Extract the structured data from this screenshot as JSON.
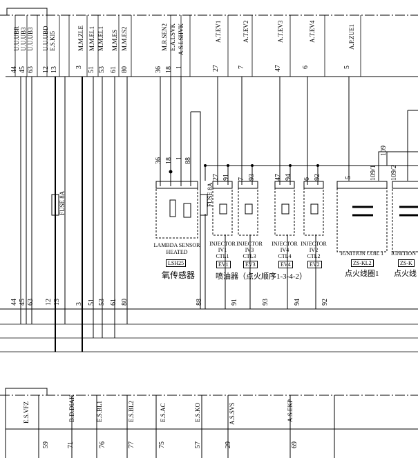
{
  "top_signals": [
    "U.U.UBR",
    "U.U.UB3",
    "U.U.UB3",
    "U.U.UBD",
    "E.S.KI5",
    "M.M.ZLE",
    "M.M.EL1",
    "M.M.EL1",
    "M.M.ES",
    "M.M.ES2",
    "M.R.SEN2",
    "E.A.LSVK",
    "A.S.LSHVK",
    "A.T.EV1",
    "A.T.EV2",
    "A.T.EV3",
    "A.T.EV4",
    "A.P.ZUE1"
  ],
  "top_pins": [
    "44",
    "45",
    "63",
    "12",
    "13",
    "3",
    "51",
    "53",
    "61",
    "80",
    "36",
    "18",
    "1",
    "27",
    "7",
    "47",
    "6",
    "5"
  ],
  "lambda_pins": [
    "36",
    "18",
    "1",
    "88"
  ],
  "injector_pins": [
    [
      "27",
      "91"
    ],
    [
      "7",
      "93"
    ],
    [
      "47",
      "94"
    ],
    [
      "6",
      "92"
    ]
  ],
  "coil_pins": [
    "5",
    "109/1",
    "109/2",
    "109"
  ],
  "fuse": {
    "left": "FUSE 8A",
    "right": "FUSE 8A"
  },
  "components": {
    "lambda": {
      "name": "LAMBDA SENSOR",
      "sub": "HEATED",
      "code": "LSH25",
      "cn": "氧传感器"
    },
    "injectors": [
      {
        "name": "INJECTOR",
        "line1": "IV1",
        "line2": "CTL1",
        "code": "EV1"
      },
      {
        "name": "INJECTOR",
        "line1": "IV3",
        "line2": "CTL3",
        "code": "EV3"
      },
      {
        "name": "INJECTOR",
        "line1": "IV4",
        "line2": "CTL4",
        "code": "EV4"
      },
      {
        "name": "INJECTOR",
        "line1": "IV2",
        "line2": "CTL2",
        "code": "EV2"
      }
    ],
    "injector_cn": "喷油器（点火顺序1-3-4-2）",
    "coil1": {
      "name": "IGNITION COIL 1",
      "code": "ZS-KL2",
      "cn": "点火线圈1"
    },
    "coil2": {
      "name": "IGNITION",
      "code": "ZS-K",
      "cn": "点火线"
    }
  },
  "bottom_pins": [
    "44",
    "45",
    "63",
    "12",
    "13",
    "3",
    "51",
    "53",
    "61",
    "80",
    "88",
    "91",
    "93",
    "94",
    "92"
  ],
  "lower_signals": [
    "E.S.VFZ",
    "B.D.DIAK",
    "E.S.BL1",
    "E.S.BL2",
    "E.S.AC",
    "E.S.KO",
    "A.S.SVS",
    "A.S.EKP"
  ],
  "lower_pins": [
    "59",
    "71",
    "76",
    "77",
    "75",
    "57",
    "29",
    "69"
  ]
}
